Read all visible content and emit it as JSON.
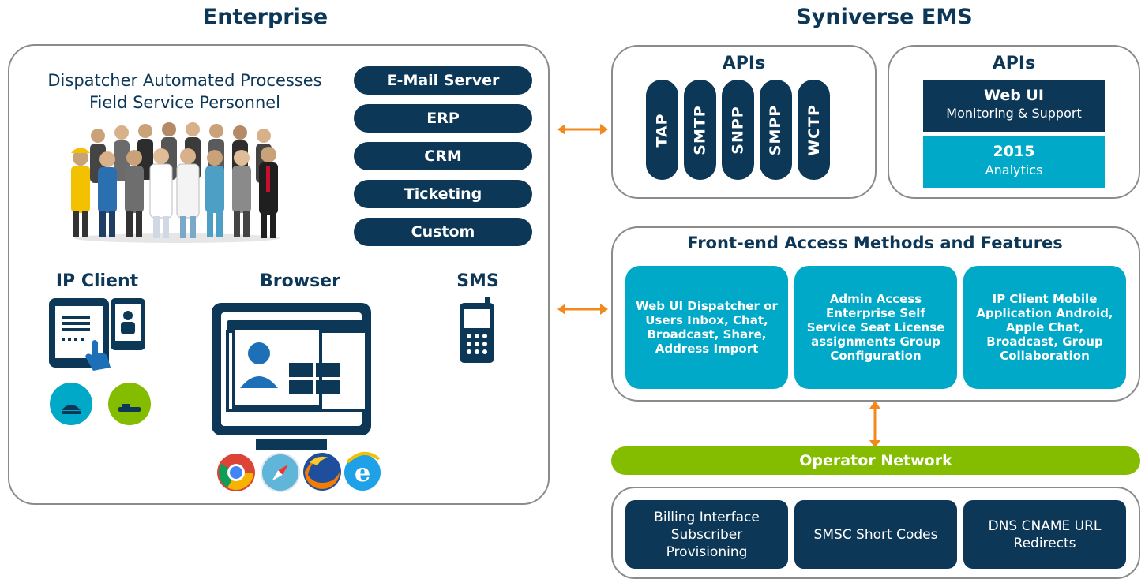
{
  "enterprise": {
    "heading": "Enterprise",
    "personas_line1": "Dispatcher Automated Processes",
    "personas_line2": "Field Service Personnel",
    "systems": [
      "E-Mail Server",
      "ERP",
      "CRM",
      "Ticketing",
      "Custom"
    ],
    "clients": {
      "ip_client": "IP Client",
      "browser": "Browser",
      "sms": "SMS"
    }
  },
  "ems": {
    "heading": "Syniverse EMS",
    "apis_left": {
      "title": "APIs",
      "items": [
        "TAP",
        "SMTP",
        "SNPP",
        "SMPP",
        "WCTP"
      ]
    },
    "apis_right": {
      "title": "APIs",
      "web_ui_title": "Web UI",
      "web_ui_sub": "Monitoring & Support",
      "analytics_title": "2015",
      "analytics_sub": "Analytics"
    },
    "frontend": {
      "title": "Front-end Access Methods and Features",
      "features": [
        "Web UI Dispatcher or Users Inbox, Chat, Broadcast, Share, Address Import",
        "Admin Access Enterprise Self Service Seat License assignments Group Configuration",
        "IP Client Mobile Application Android, Apple Chat, Broadcast, Group Collaboration"
      ]
    },
    "operator_network": "Operator Network",
    "backend": [
      "Billing Interface Subscriber Provisioning",
      "SMSC Short Codes",
      "DNS CNAME URL Redirects"
    ]
  },
  "colors": {
    "navy": "#0d3757",
    "teal": "#00a9c8",
    "green": "#84bd00",
    "orange": "#f08a1d",
    "border": "#8b8b8b"
  },
  "icons": {
    "people": "people-group-icon",
    "tablet": "tablet-touch-icon",
    "phone": "phone-profile-icon",
    "android": "android-store-icon",
    "apple": "apple-store-icon",
    "browser": "browser-monitor-icon",
    "chrome": "chrome-icon",
    "safari": "safari-icon",
    "firefox": "firefox-icon",
    "ie": "internet-explorer-icon",
    "sms": "feature-phone-icon",
    "arrows": "double-arrow-icon"
  }
}
